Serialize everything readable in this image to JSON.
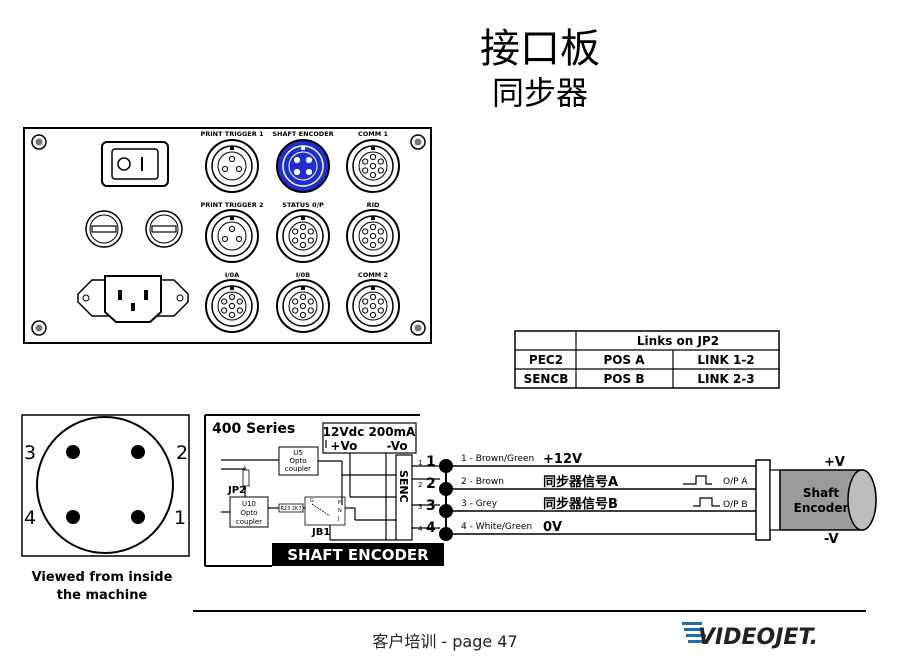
{
  "title": "接口板",
  "subtitle": "同步器",
  "panel": {
    "connectors": [
      {
        "label": "PRINT TRIGGER 1"
      },
      {
        "label": "SHAFT ENCODER"
      },
      {
        "label": "COMM 1"
      },
      {
        "label": "PRINT TRIGGER 2"
      },
      {
        "label": "STATUS 0/P"
      },
      {
        "label": "RID"
      },
      {
        "label": "I/0A"
      },
      {
        "label": "I/0B"
      },
      {
        "label": "COMM 2"
      }
    ],
    "highlight_color": "#1e2fd0"
  },
  "links_table": {
    "header": "Links on JP2",
    "rows": [
      {
        "c1": "PEC2",
        "c2": "POS A",
        "c3": "LINK 1-2"
      },
      {
        "c1": "SENCB",
        "c2": "POS B",
        "c3": "LINK 2-3"
      }
    ]
  },
  "pinout": {
    "pins": [
      "3",
      "2",
      "4",
      "1"
    ],
    "caption_line1": "Viewed from inside",
    "caption_line2": "the machine"
  },
  "circuit": {
    "series_label": "400 Series",
    "supply_line1": "12Vdc 200mA",
    "supply_line2": "+Vo       -Vo",
    "u5_line1": "U5",
    "u5_line2": "Opto",
    "u5_line3": "coupler",
    "u10_line1": "U10",
    "u10_line2": "Opto",
    "u10_line3": "coupler",
    "jp2": "JP2",
    "jb1": "JB1",
    "r23": "R23 2K7",
    "senc": "SENC",
    "banner": "SHAFT ENCODER",
    "terminals": [
      "1",
      "2",
      "3",
      "4"
    ],
    "small_terminals": [
      "1",
      "2",
      "3",
      "4"
    ],
    "small_a": "A",
    "small_b": "B",
    "small_letters": [
      "G",
      "P",
      "N",
      "J"
    ]
  },
  "wires": [
    {
      "name": "1 - Brown/Green",
      "signal": "+12V"
    },
    {
      "name": "2 - Brown",
      "signal": "同步器信号A",
      "op": "O/P A"
    },
    {
      "name": "3 - Grey",
      "signal": "同步器信号B",
      "op": "O/P B"
    },
    {
      "name": "4 - White/Green",
      "signal": "0V"
    }
  ],
  "encoder": {
    "line1": "Shaft",
    "line2": "Encoder",
    "plus": "+V",
    "minus": "-V"
  },
  "footer": {
    "text": "客户培训 - page 47",
    "logo": "VIDEOJET."
  }
}
